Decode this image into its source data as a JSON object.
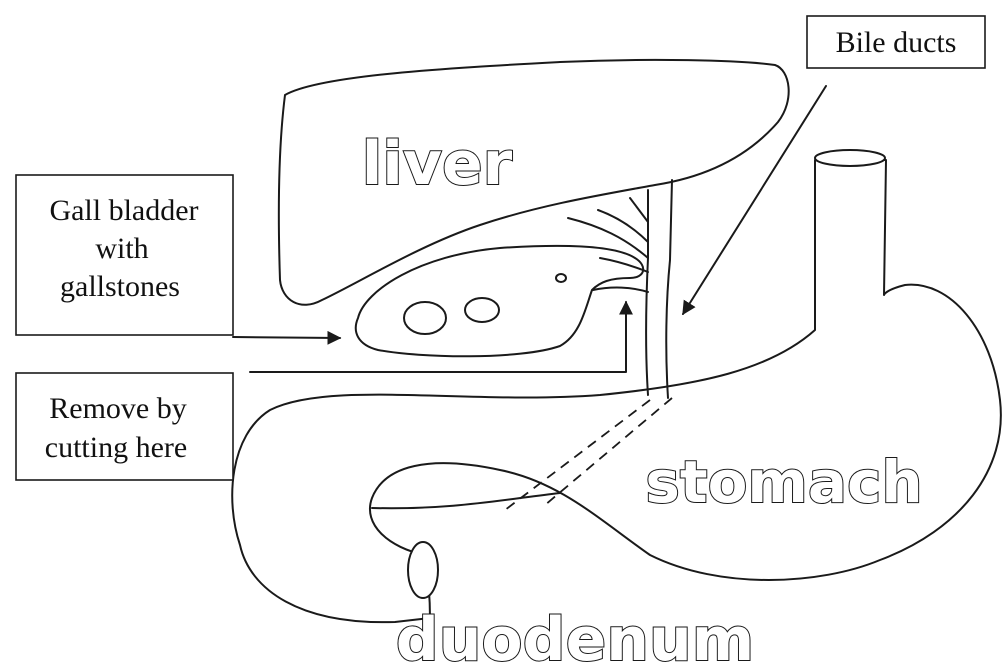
{
  "labels": {
    "bile_ducts": "Bile ducts",
    "gall_bladder_line1": "Gall bladder",
    "gall_bladder_line2": "with",
    "gall_bladder_line3": "gallstones",
    "remove_line1": "Remove by",
    "remove_line2": "cutting here"
  },
  "organs": {
    "liver": "liver",
    "stomach": "stomach",
    "duodenum": "duodenum"
  },
  "colors": {
    "ink": "#1a1a1a",
    "background": "#ffffff"
  }
}
